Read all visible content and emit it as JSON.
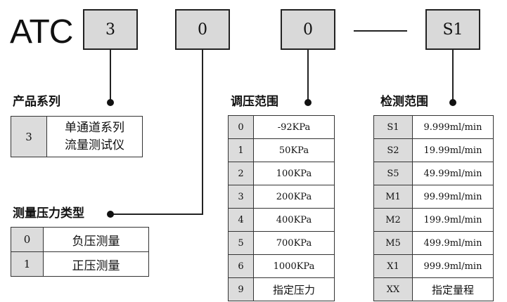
{
  "model_code": {
    "prefix": "ATC",
    "positions": [
      "3",
      "0",
      "0",
      "S1"
    ]
  },
  "series": {
    "title": "产品系列",
    "rows": [
      {
        "code": "3",
        "desc_line1": "单通道系列",
        "desc_line2": "流量测试仪"
      }
    ]
  },
  "pressure_type": {
    "title": "测量压力类型",
    "rows": [
      {
        "code": "0",
        "desc": "负压测量"
      },
      {
        "code": "1",
        "desc": "正压测量"
      }
    ]
  },
  "pressure_range": {
    "title": "调压范围",
    "rows": [
      {
        "code": "0",
        "value": "-92KPa"
      },
      {
        "code": "1",
        "value": "50KPa"
      },
      {
        "code": "2",
        "value": "100KPa"
      },
      {
        "code": "3",
        "value": "200KPa"
      },
      {
        "code": "4",
        "value": "400KPa"
      },
      {
        "code": "5",
        "value": "700KPa"
      },
      {
        "code": "6",
        "value": "1000KPa"
      },
      {
        "code": "9",
        "value": "指定压力"
      }
    ]
  },
  "detection_range": {
    "title": "检测范围",
    "rows": [
      {
        "code": "S1",
        "value": "9.999ml/min"
      },
      {
        "code": "S2",
        "value": "19.99ml/min"
      },
      {
        "code": "S5",
        "value": "49.99ml/min"
      },
      {
        "code": "M1",
        "value": "99.99ml/min"
      },
      {
        "code": "M2",
        "value": "199.9ml/min"
      },
      {
        "code": "M5",
        "value": "499.9ml/min"
      },
      {
        "code": "X1",
        "value": "999.9ml/min"
      },
      {
        "code": "XX",
        "value": "指定量程"
      }
    ]
  }
}
